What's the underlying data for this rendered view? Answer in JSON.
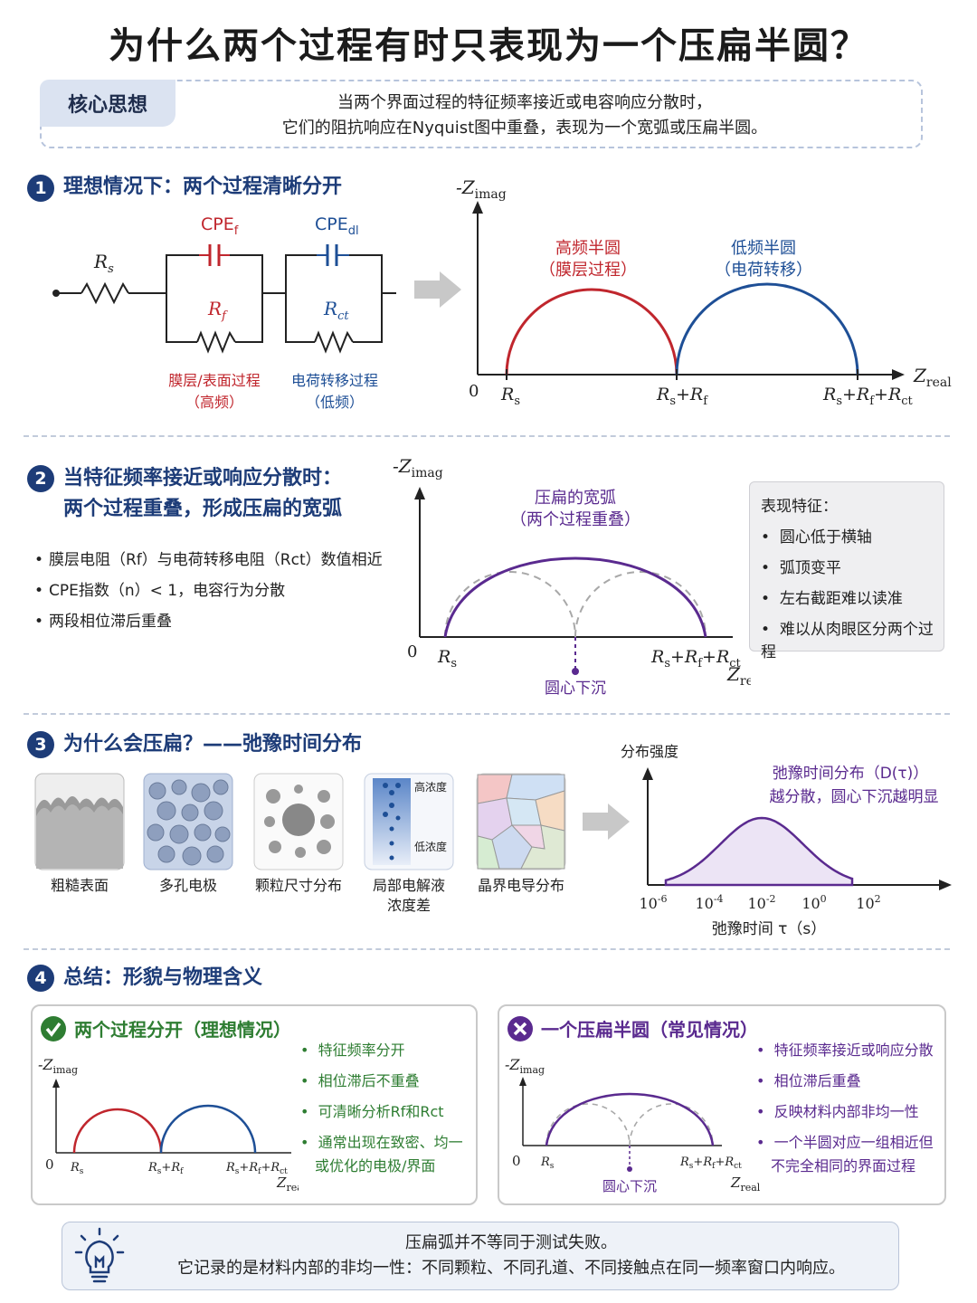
{
  "title": "为什么两个过程有时只表现为一个压扁半圆？",
  "core": {
    "tag": "核心思想",
    "line1": "当两个界面过程的特征频率接近或电容响应分散时，",
    "line2": "它们的阻抗响应在Nyquist图中重叠，表现为一个宽弧或压扁半圆。"
  },
  "section1": {
    "num": "1",
    "title": "理想情况下：两个过程清晰分开",
    "circuit": {
      "rs": "R",
      "rs_sub": "s",
      "cpef": "CPE",
      "cpef_sub": "f",
      "cpedl": "CPE",
      "cpedl_sub": "dl",
      "rf": "R",
      "rf_sub": "f",
      "rct": "R",
      "rct_sub": "ct",
      "label_f_1": "膜层/表面过程",
      "label_f_2": "（高频）",
      "label_ct_1": "电荷转移过程",
      "label_ct_2": "（低频）"
    },
    "plot": {
      "ylabel": "-Z",
      "ylabel_sub": "imag",
      "xlabel": "Z",
      "xlabel_sub": "real",
      "origin": "0",
      "hf_1": "高频半圆",
      "hf_2": "（膜层过程）",
      "lf_1": "低频半圆",
      "lf_2": "（电荷转移）",
      "tick1": "R",
      "tick1_sub": "s",
      "tick2": "R",
      "tick2_sub": "s",
      "tick3": "R",
      "tick3_sub": "s"
    }
  },
  "section2": {
    "num": "2",
    "title_1": "当特征频率接近或响应分散时：",
    "title_2": "两个过程重叠，形成压扁的宽弧",
    "bullets": [
      "膜层电阻（Rf）与电荷转移电阻（Rct）数值相近",
      "CPE指数（n）< 1，电容行为分散",
      "两段相位滞后重叠"
    ],
    "plot": {
      "ylabel": "-Z",
      "ylabel_sub": "imag",
      "xlabel": "Z",
      "xlabel_sub": "real",
      "origin": "0",
      "arc_1": "压扁的宽弧",
      "arc_2": "（两个过程重叠）",
      "tick1": "R",
      "tick1_sub": "s",
      "tick2": "R",
      "tick2_sub": "s",
      "center": "圆心下沉"
    },
    "features": {
      "heading": "表现特征：",
      "items": [
        "圆心低于横轴",
        "弧顶变平",
        "左右截距难以读准",
        "难以从肉眼区分两个过程"
      ]
    }
  },
  "section3": {
    "num": "3",
    "title": "为什么会压扁？——弛豫时间分布",
    "thumbs": [
      {
        "label": "粗糙表面"
      },
      {
        "label": "多孔电极"
      },
      {
        "label": "颗粒尺寸分布"
      },
      {
        "label_1": "局部电解液",
        "label_2": "浓度差",
        "high": "高浓度",
        "low": "低浓度"
      },
      {
        "label": "晶界电导分布"
      }
    ],
    "dist": {
      "ylabel": "分布强度",
      "xlabel": "弛豫时间 τ（s）",
      "note_1": "弛豫时间分布（D(τ)）",
      "note_2": "越分散，圆心下沉越明显",
      "ticks": [
        "10",
        "10",
        "10",
        "10",
        "10"
      ],
      "tick_exps": [
        "-6",
        "-4",
        "-2",
        "0",
        "2"
      ]
    }
  },
  "section4": {
    "num": "4",
    "title": "总结：形貌与物理含义",
    "left": {
      "heading": "两个过程分开（理想情况）",
      "bullets": [
        "特征频率分开",
        "相位滞后不重叠",
        "可清晰分析Rf和Rct",
        "通常出现在致密、均一",
        "或优化的电极/界面"
      ],
      "ylabel": "-Z",
      "ylabel_sub": "imag",
      "xlabel": "Z",
      "xlabel_sub": "real",
      "origin": "0"
    },
    "right": {
      "heading": "一个压扁半圆（常见情况）",
      "bullets": [
        "特征频率接近或响应分散",
        "相位滞后重叠",
        "反映材料内部非均一性",
        "一个半圆对应一组相近但",
        "不完全相同的界面过程"
      ],
      "ylabel": "-Z",
      "ylabel_sub": "imag",
      "xlabel": "Z",
      "xlabel_sub": "real",
      "origin": "0",
      "center": "圆心下沉"
    }
  },
  "footer": {
    "line1": "压扁弧并不等同于测试失败。",
    "line2": "它记录的是材料内部的非均一性：不同颗粒、不同孔道、不同接触点在同一频率窗口内响应。"
  },
  "colors": {
    "navy": "#1d3c78",
    "red": "#c0262d",
    "blue": "#1e4f96",
    "purple": "#5a2a8f",
    "green": "#2e7d32",
    "gray_dash": "#a8a8a8"
  }
}
